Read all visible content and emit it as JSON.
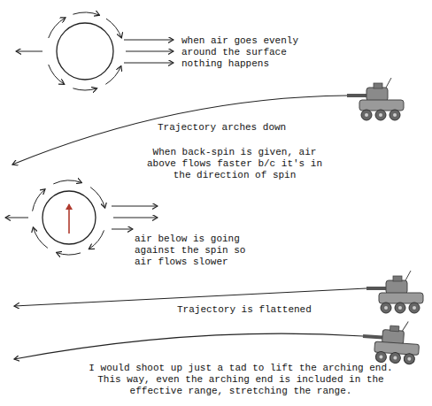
{
  "diagram": {
    "labels": [
      "when air goes evenly around the surface nothing happens",
      "Trajectory arches down",
      "When back-spin is given, air above flows faster b/c it's in the direction of spin",
      "air below is going against the spin so air flows slower",
      "Trajectory is flattened",
      "I would shoot up just a tad to lift the arching end. This way, even the arching end is included in the effective range, stretching the range."
    ]
  }
}
